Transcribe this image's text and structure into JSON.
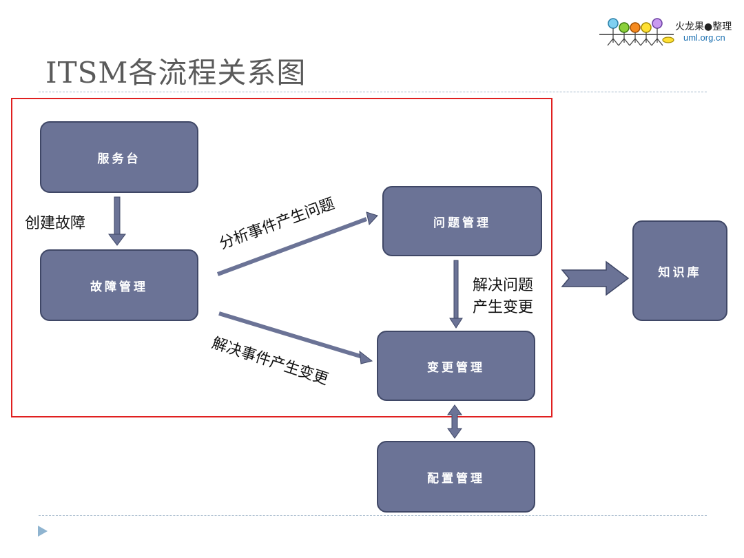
{
  "title": "ITSM各流程关系图",
  "logo": {
    "name": "火龙果●整理",
    "url": "uml.org.cn"
  },
  "nodes": {
    "service_desk": "服务台",
    "incident": "故障管理",
    "problem": "问题管理",
    "change": "变更管理",
    "config": "配置管理",
    "knowledge": "知识库"
  },
  "edges": {
    "create_incident": "创建故障",
    "analyze_to_problem": "分析事件产生问题",
    "resolve_event_change": "解决事件产生变更",
    "resolve_problem_line1": "解决问题",
    "resolve_problem_line2": "产生变更"
  },
  "colors": {
    "node_fill": "#6b7396",
    "node_border": "#3f4766",
    "highlight_box": "#e02020",
    "arrow": "#6b7396"
  }
}
